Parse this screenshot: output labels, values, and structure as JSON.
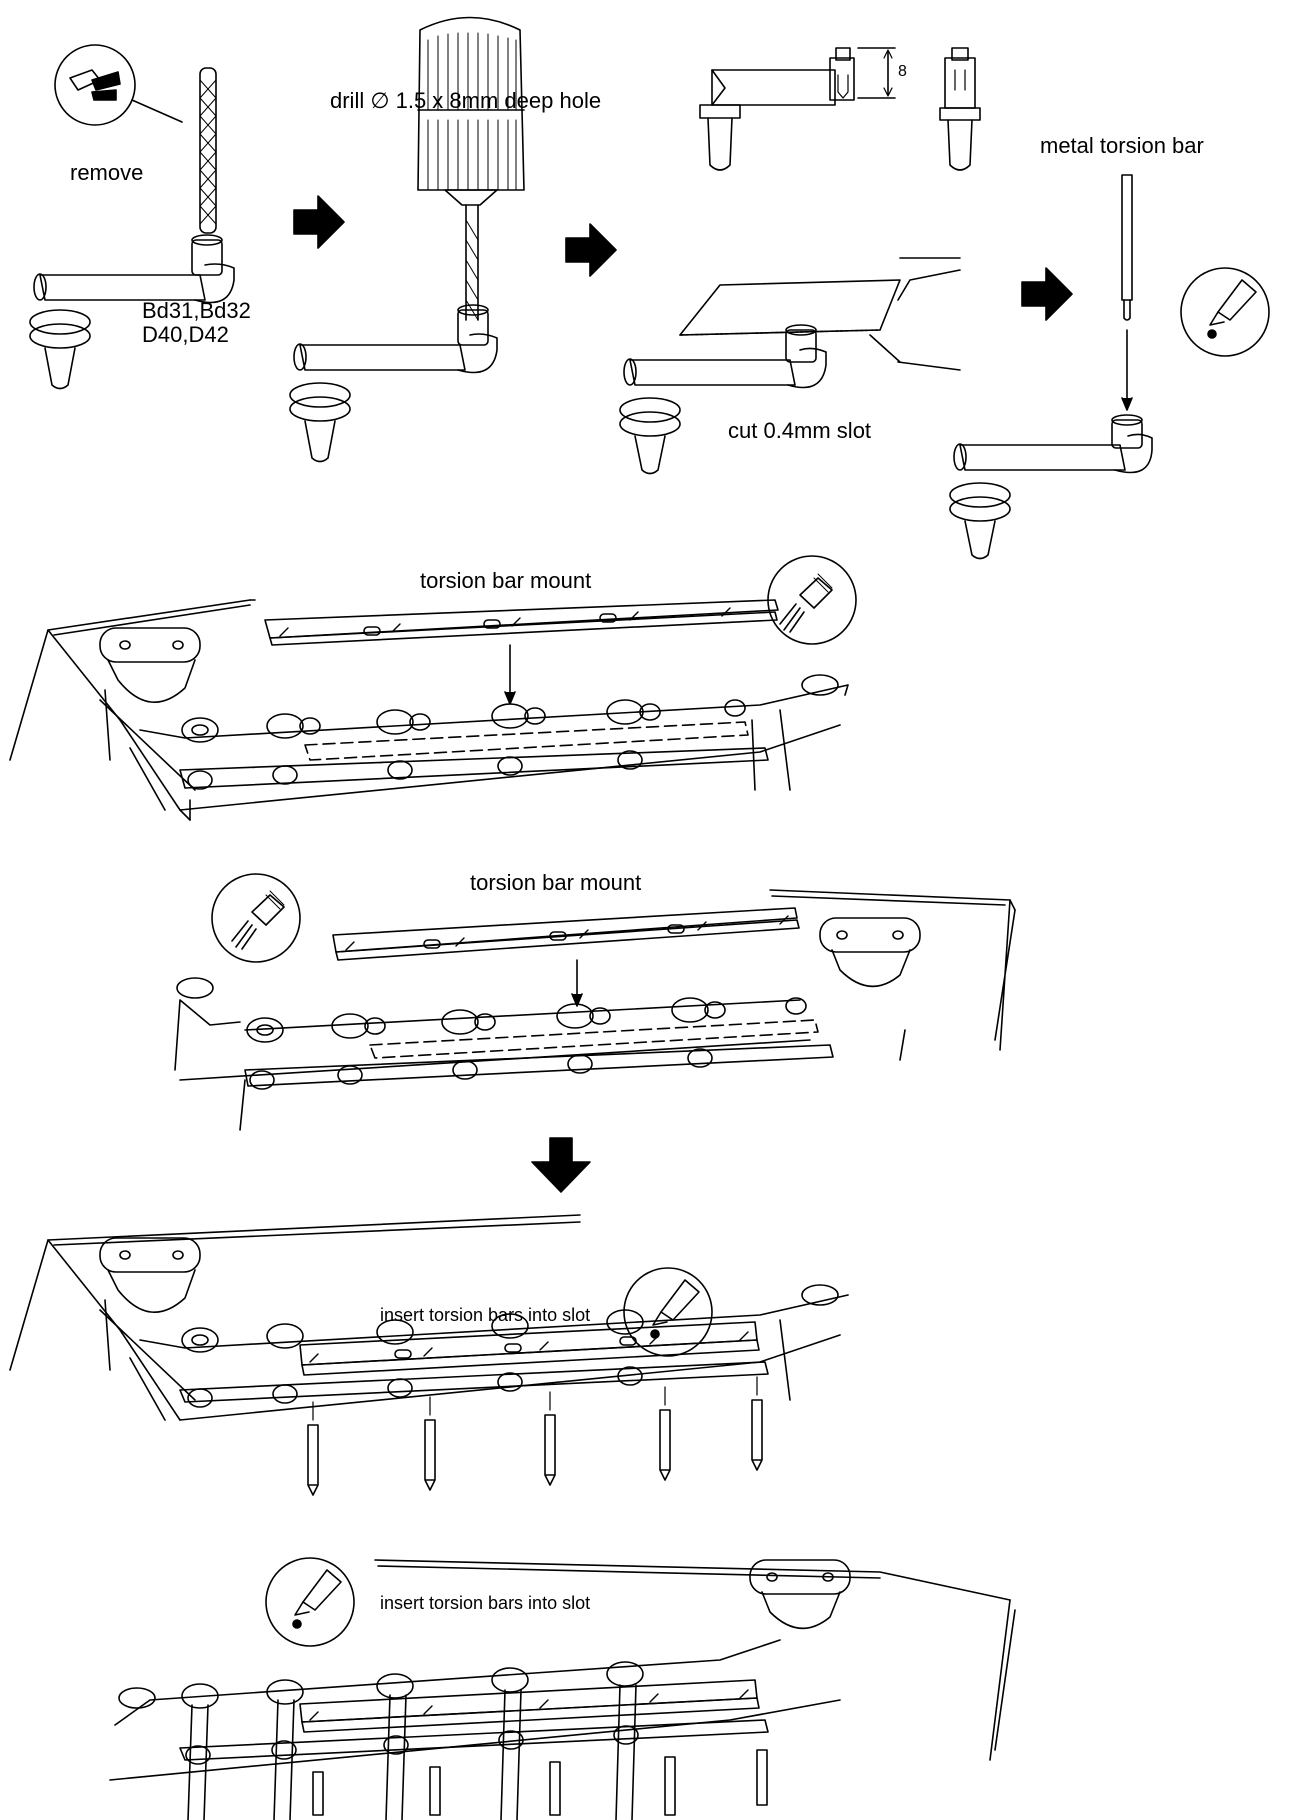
{
  "labels": {
    "remove": "remove",
    "arm_models_line1": "Bd31,Bd32",
    "arm_models_line2": "D40,D42",
    "drill": "drill ∅ 1.5 x 8mm deep hole",
    "dimension_8": "8",
    "metal_torsion_bar": "metal torsion bar",
    "cut_slot": "cut 0.4mm slot",
    "torsion_bar_mount_1": "torsion bar mount",
    "torsion_bar_mount_2": "torsion bar mount",
    "insert_1": "insert torsion bars into slot",
    "insert_2": "insert torsion bars into slot"
  },
  "icons": [
    "side-cutter-icon",
    "glue-brush-icon",
    "glue-bottle-icon",
    "step-arrow-icon"
  ]
}
